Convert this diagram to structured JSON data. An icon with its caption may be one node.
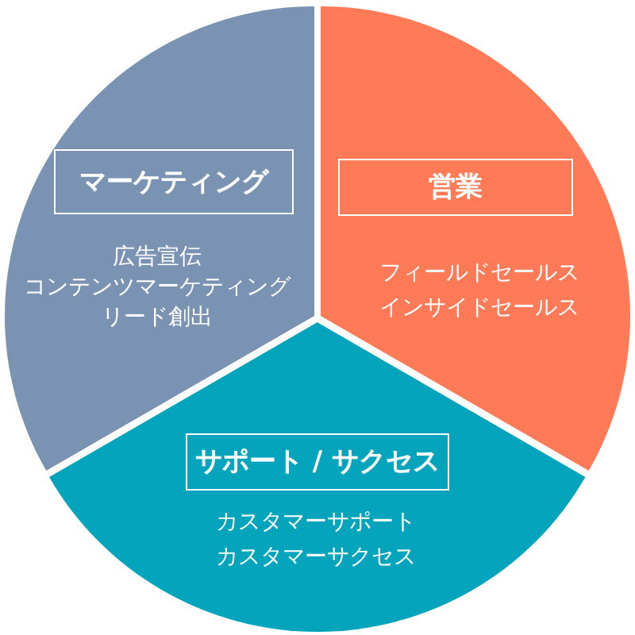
{
  "diagram": {
    "nodes": [
      {
        "text": [
          "広告宣伝",
          "コンテンツマーケティング",
          "リード創出"
        ]
      },
      {
        "text": [
          "マーケティング"
        ],
        "in": 0
      },
      {
        "text": [
          "フィールドセールス",
          "インサイドセールス"
        ]
      },
      {
        "text": [
          "営業"
        ],
        "in": 2
      },
      {
        "text": [
          "カスタマーサポート",
          "カスタマーサクセス"
        ]
      },
      {
        "text": [
          "サポート / サクセス"
        ],
        "in": 4
      }
    ]
  }
}
